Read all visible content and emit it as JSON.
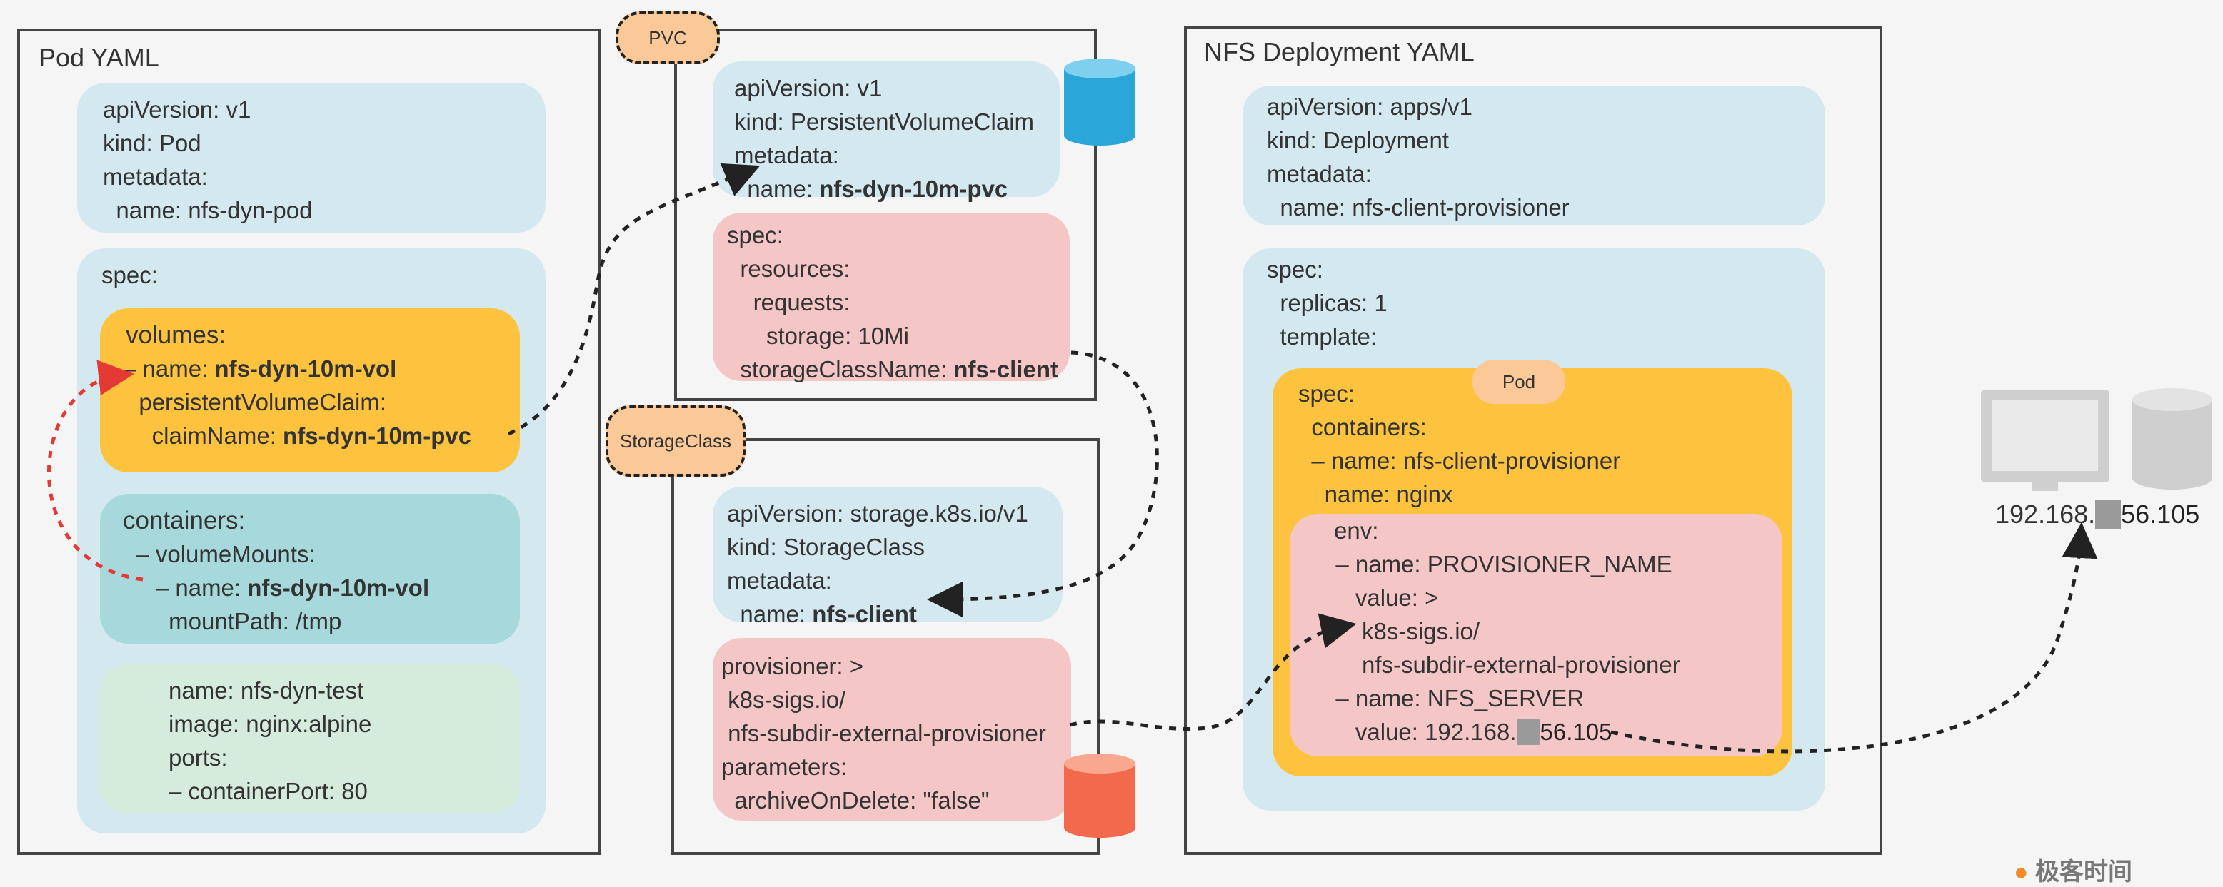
{
  "pod_yaml": {
    "title": "Pod YAML",
    "metadata_lines": [
      "apiVersion: v1",
      "kind: Pod",
      "metadata:",
      "  name: nfs-dyn-pod"
    ],
    "spec_label": "spec:",
    "volumes": {
      "l1": "volumes:",
      "l2_pre": "– name: ",
      "l2_val": "nfs-dyn-10m-vol",
      "l3": "  persistentVolumeClaim:",
      "l4_pre": "    claimName: ",
      "l4_val": "nfs-dyn-10m-pvc"
    },
    "containers": {
      "l1": "containers:",
      "l2": "  – volumeMounts:",
      "l3_pre": "     – name: ",
      "l3_val": "nfs-dyn-10m-vol",
      "l4": "       mountPath: /tmp"
    },
    "container_lines": [
      "name: nfs-dyn-test",
      "image: nginx:alpine",
      "ports:",
      "– containerPort: 80"
    ]
  },
  "pvc": {
    "tag": "PVC",
    "meta_lines": [
      "apiVersion: v1",
      "kind: PersistentVolumeClaim",
      "metadata:"
    ],
    "name_pre": "  name: ",
    "name_val": "nfs-dyn-10m-pvc",
    "spec_lines": [
      "spec:",
      "  resources:",
      "    requests:",
      "      storage: 10Mi"
    ],
    "sc_pre": "  storageClassName: ",
    "sc_val": "nfs-client"
  },
  "storage_class": {
    "tag": "StorageClass",
    "meta_lines": [
      "apiVersion: storage.k8s.io/v1",
      "kind: StorageClass",
      "metadata:"
    ],
    "name_pre": "  name: ",
    "name_val": "nfs-client",
    "prov_lines": [
      "provisioner: >",
      " k8s-sigs.io/",
      " nfs-subdir-external-provisioner",
      "parameters:",
      "  archiveOnDelete: \"false\""
    ]
  },
  "nfs_deploy": {
    "title": "NFS Deployment YAML",
    "meta_lines": [
      "apiVersion: apps/v1",
      "kind: Deployment",
      "metadata:",
      "  name: nfs-client-provisioner"
    ],
    "spec_lines": [
      "spec:",
      "  replicas: 1",
      "  template:"
    ],
    "pod_tag": "Pod",
    "pod_lines": [
      "spec:",
      "  containers:",
      "  – name: nfs-client-provisioner",
      "    name: nginx"
    ],
    "env_lines": [
      "env:",
      "  – name: PROVISIONER_NAME",
      "     value: >",
      "      k8s-sigs.io/",
      "      nfs-subdir-external-provisioner",
      "  – name: NFS_SERVER"
    ],
    "env_value_pre": "     value: 192.168.",
    "env_value_mask": "xx",
    "env_value_post": "56.105"
  },
  "server": {
    "ip_pre": "192.168.",
    "ip_mask": "xx",
    "ip_post": "56.105"
  },
  "watermark": "极客时间",
  "colors": {
    "blue_block": "#d3e8ef",
    "teal_block": "#a7d9dc",
    "pink_block": "#f5c6c6",
    "green_block": "#d5ecdc",
    "yellow_block": "#fdc33f",
    "tag_fill": "#fbc997",
    "cylinder_blue": "#2aa6d9",
    "cylinder_red": "#f26a4b",
    "arrow_red": "#e53935",
    "server_gray": "#cfcfcf"
  }
}
